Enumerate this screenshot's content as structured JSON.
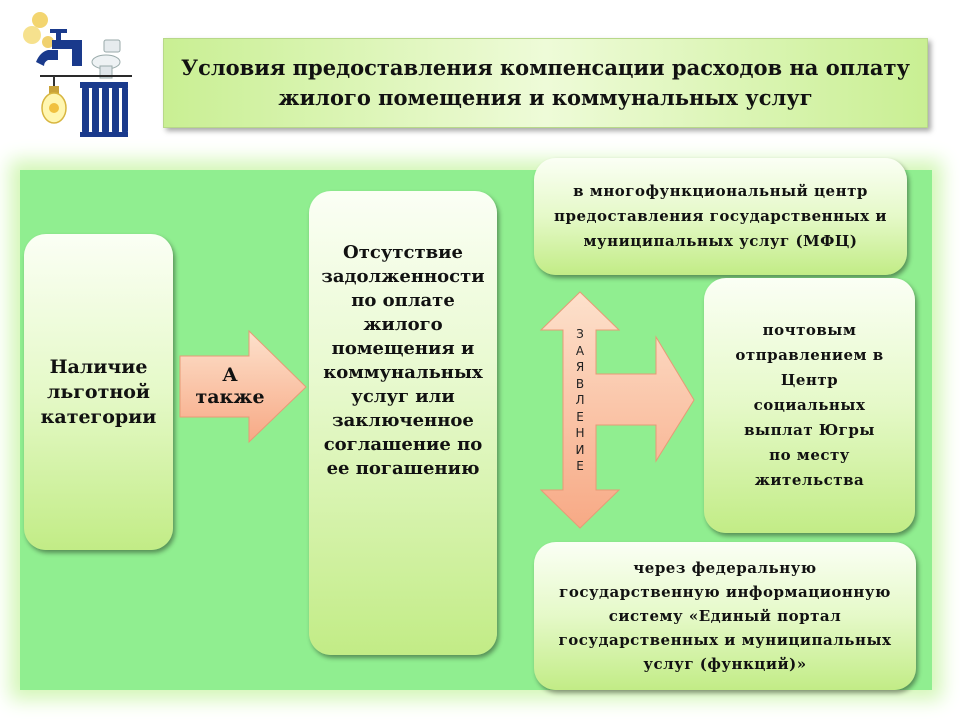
{
  "title": {
    "line1": "Условия предоставления компенсации расходов на оплату",
    "line2": "жилого помещения и коммунальных услуг"
  },
  "left_card": {
    "lines": [
      "Наличие",
      "льготной",
      "категории"
    ]
  },
  "connector": {
    "lines": [
      "А",
      "также"
    ]
  },
  "middle_card": {
    "lines": [
      "Отсутствие",
      "задолженности",
      "по оплате",
      "жилого",
      "помещения и",
      "коммунальных",
      "услуг или",
      "заключенное",
      "соглашение по",
      "ее погашению"
    ]
  },
  "application_arrow": {
    "letters": [
      "З",
      "А",
      "Я",
      "В",
      "Л",
      "Е",
      "Н",
      "И",
      "Е"
    ]
  },
  "option_mfc": {
    "lines": [
      "в многофункциональный центр",
      "предоставления государственных и",
      "муниципальных услуг (МФЦ)"
    ]
  },
  "option_post": {
    "lines": [
      "почтовым",
      "отправлением в",
      "Центр",
      "социальных",
      "выплат Югры",
      "по месту",
      "жительства"
    ]
  },
  "option_portal": {
    "lines": [
      "через федеральную",
      "государственную информационную",
      "систему «Единый портал",
      "государственных и муниципальных",
      "услуг (функций)»"
    ]
  },
  "colors": {
    "area_green": "#90ee90",
    "arrow_fill_top": "#fde1cc",
    "arrow_fill_bottom": "#f7a985",
    "title_bg": "#c9ef93"
  }
}
